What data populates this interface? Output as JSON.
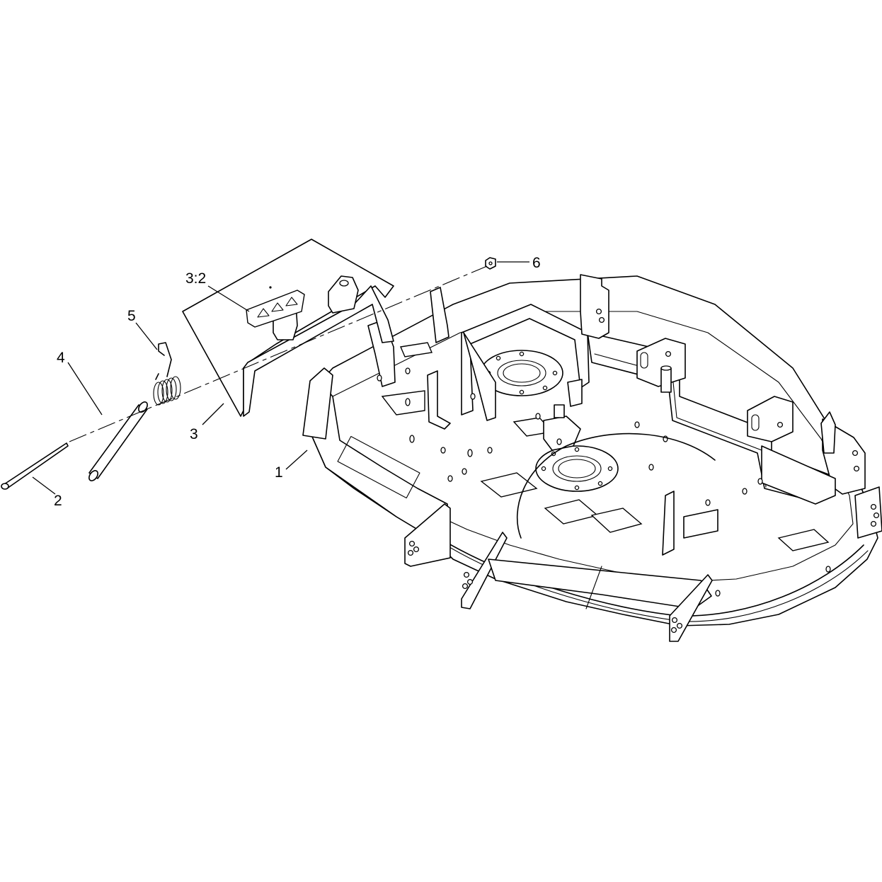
{
  "callouts": [
    {
      "label": "1"
    },
    {
      "label": "2"
    },
    {
      "label": "3"
    },
    {
      "label": "3:2"
    },
    {
      "label": "4"
    },
    {
      "label": "5"
    },
    {
      "label": "6"
    }
  ]
}
